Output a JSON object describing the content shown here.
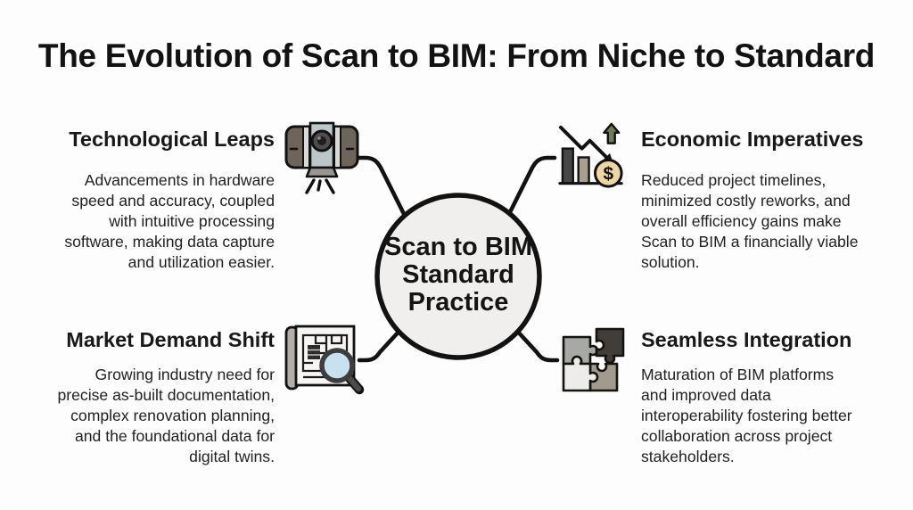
{
  "title": "The Evolution of Scan to BIM: From Niche to Standard",
  "center": {
    "lines": [
      "Scan to BIM",
      "Standard",
      "Practice"
    ]
  },
  "sections": {
    "technological_leaps": {
      "heading": "Technological Leaps",
      "body_lines": [
        "Advancements in hardware",
        "speed and accuracy, coupled",
        "with intuitive processing",
        "software, making data capture",
        "and utilization easier."
      ]
    },
    "economic_imperatives": {
      "heading": "Economic Imperatives",
      "body_lines": [
        "Reduced project timelines,",
        "minimized costly reworks, and",
        "overall efficiency gains make",
        "Scan to BIM a financially viable",
        "solution."
      ]
    },
    "market_demand_shift": {
      "heading": "Market Demand Shift",
      "body_lines": [
        "Growing industry need for",
        "precise as-built documentation,",
        "complex renovation planning,",
        "and the foundational data for",
        "digital twins."
      ]
    },
    "seamless_integration": {
      "heading": "Seamless Integration",
      "body_lines": [
        "Maturation of BIM platforms",
        "and improved data",
        "interoperability fostering better",
        "collaboration across project",
        "stakeholders."
      ]
    }
  },
  "icons": {
    "top_left": "laser-scanner-icon",
    "top_right": "declining-chart-dollar-icon",
    "bottom_left": "blueprint-magnifier-icon",
    "bottom_right": "puzzle-pieces-icon",
    "coin_symbol": "$"
  },
  "colors": {
    "background": "#fdfdfd",
    "text": "#1c1c1c",
    "line": "#121212",
    "circle_fill": "#f0efed",
    "scanner_body": "#6f6459",
    "scanner_panel": "#bdc7ca",
    "coin": "#ecd7a4",
    "arrow_up_green": "#6e7c5c",
    "bar_dark": "#474745",
    "bar_tan": "#a89f90",
    "lens_blue": "#c9e0ef",
    "puzzle_gray": "#a7a9a6",
    "puzzle_dark": "#413d38",
    "puzzle_white": "#edecea",
    "puzzle_taupe": "#a29a8e"
  }
}
